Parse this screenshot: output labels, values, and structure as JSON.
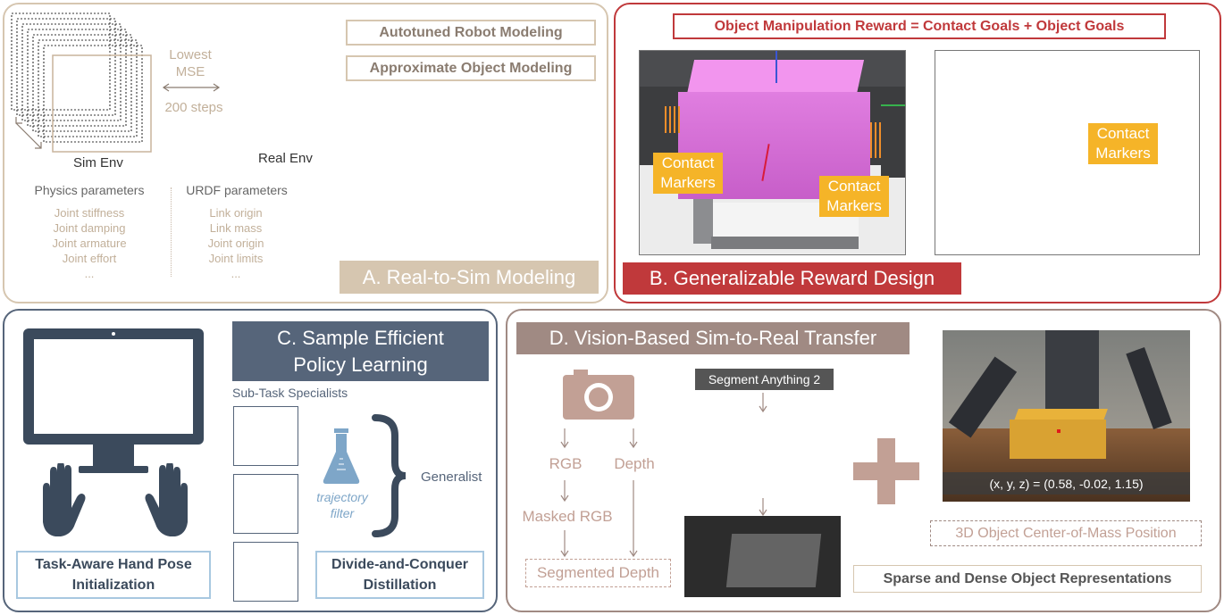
{
  "panel_a": {
    "tag": "A. Real-to-Sim Modeling",
    "label_robot": "Autotuned Robot Modeling",
    "label_object": "Approximate Object Modeling",
    "lowest": "Lowest",
    "mse": "MSE",
    "steps": "200 steps",
    "sim_env": "Sim Env",
    "real_env": "Real Env",
    "physics_header": "Physics parameters",
    "physics_items": [
      "Joint stiffness",
      "Joint damping",
      "Joint armature",
      "Joint effort",
      "..."
    ],
    "urdf_header": "URDF parameters",
    "urdf_items": [
      "Link origin",
      "Link mass",
      "Joint origin",
      "Joint limits",
      "..."
    ]
  },
  "panel_b": {
    "tag": "B. Generalizable Reward Design",
    "title": "Object Manipulation Reward = Contact Goals + Object Goals",
    "marker": "Contact Markers",
    "marker_line1": "Contact",
    "marker_line2": "Markers"
  },
  "panel_c": {
    "tag_line1": "C. Sample Efficient",
    "tag_line2": "Policy Learning",
    "subtask": "Sub-Task Specialists",
    "filter_line1": "trajectory",
    "filter_line2": "filter",
    "generalist": "Generalist",
    "hand_pose_line1": "Task-Aware Hand Pose",
    "hand_pose_line2": "Initialization",
    "distill_line1": "Divide-and-Conquer",
    "distill_line2": "Distillation"
  },
  "panel_d": {
    "tag": "D. Vision-Based Sim-to-Real Transfer",
    "sam": "Segment Anything 2",
    "rgb": "RGB",
    "depth": "Depth",
    "masked_rgb": "Masked RGB",
    "segmented_depth": "Segmented Depth",
    "position_readout": "(x, y, z) = (0.58, -0.02, 1.15)",
    "com_label": "3D Object Center-of-Mass Position",
    "sparse_dense": "Sparse and Dense Object Representations"
  },
  "colors": {
    "panel_a": "#d6c6b0",
    "panel_b": "#c0393b",
    "panel_c": "#56657a",
    "panel_d": "#a08a83",
    "marker": "#f5b428"
  }
}
